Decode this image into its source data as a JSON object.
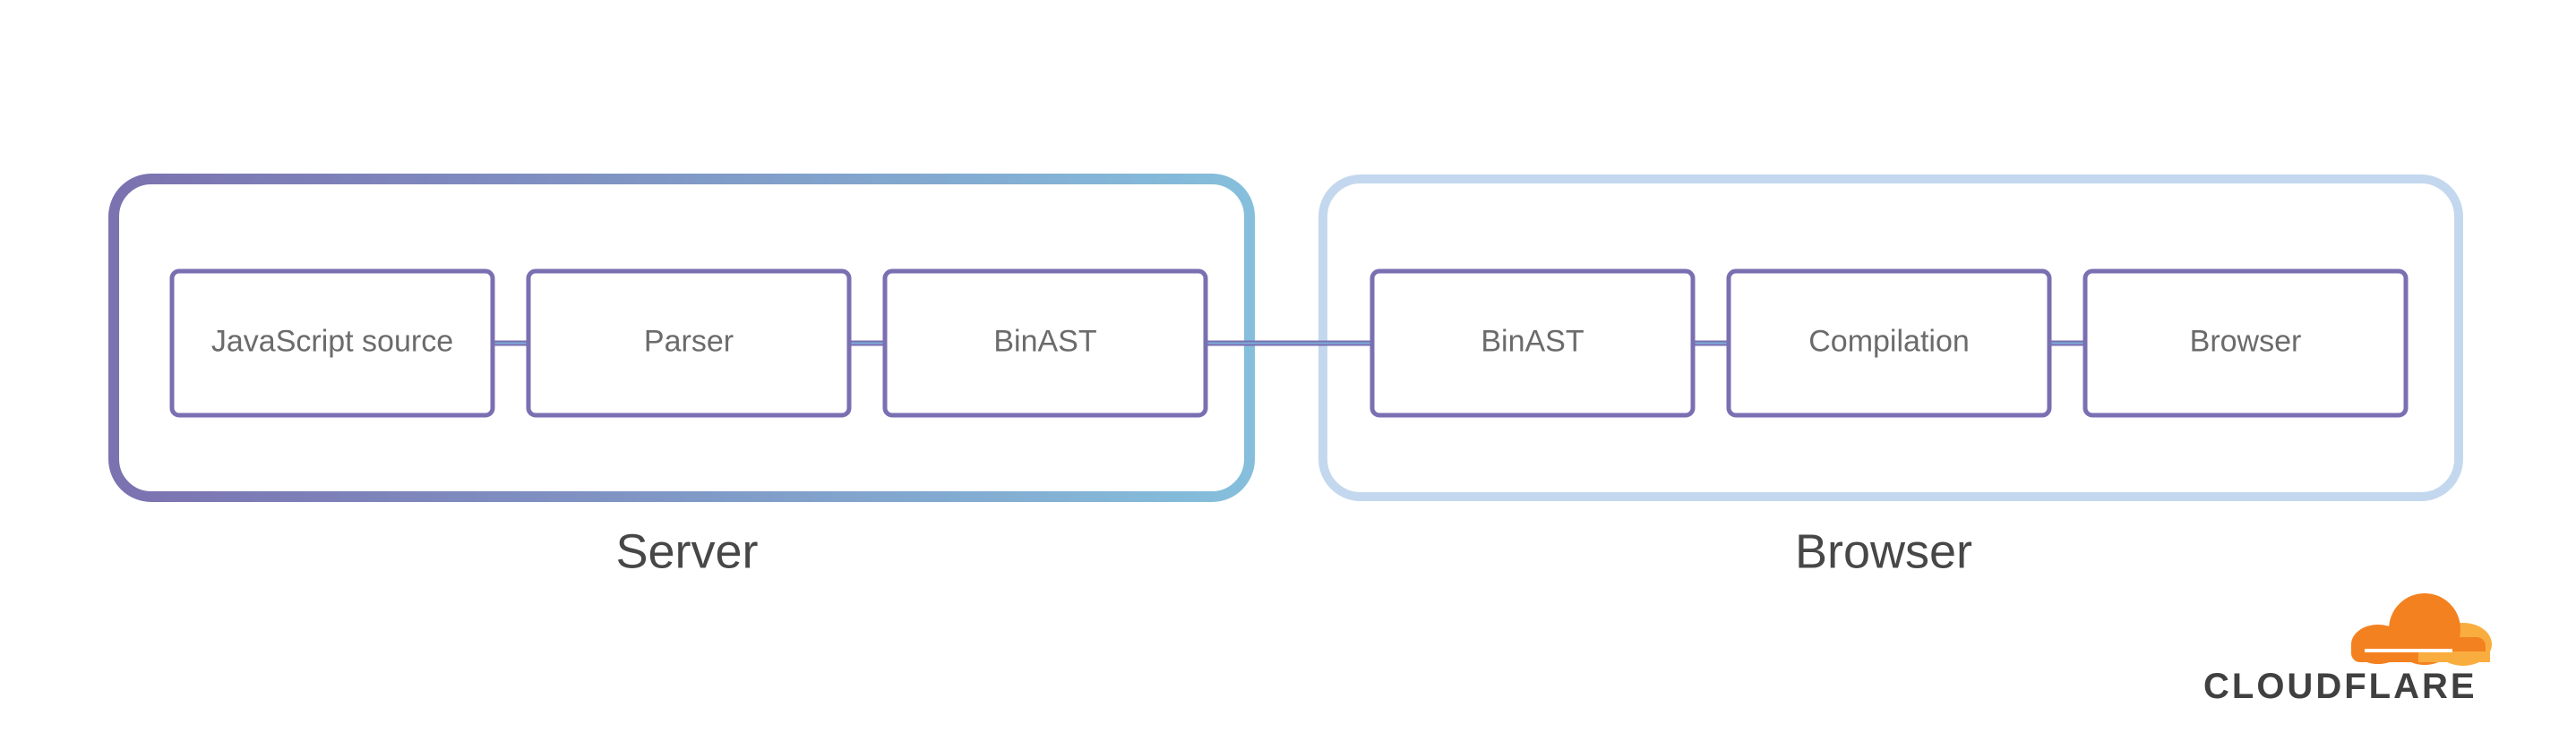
{
  "groups": [
    {
      "id": "server",
      "label": "Server"
    },
    {
      "id": "browser",
      "label": "Browser"
    }
  ],
  "nodes": [
    {
      "id": "js-source",
      "label": "JavaScript source",
      "group": "server"
    },
    {
      "id": "parser",
      "label": "Parser",
      "group": "server"
    },
    {
      "id": "binast-server",
      "label": "BinAST",
      "group": "server"
    },
    {
      "id": "binast-browser",
      "label": "BinAST",
      "group": "browser"
    },
    {
      "id": "compilation",
      "label": "Compilation",
      "group": "browser"
    },
    {
      "id": "browser-node",
      "label": "Browser",
      "group": "browser"
    }
  ],
  "edges": [
    {
      "from": "js-source",
      "to": "parser"
    },
    {
      "from": "parser",
      "to": "binast-server"
    },
    {
      "from": "binast-server",
      "to": "binast-browser"
    },
    {
      "from": "binast-browser",
      "to": "compilation"
    },
    {
      "from": "compilation",
      "to": "browser-node"
    }
  ],
  "colors": {
    "node_border": "#7b6fb2",
    "arrow": "#7b6fb2",
    "arrowhead": "#7aaed8",
    "server_gradient_start": "#7b72b0",
    "server_gradient_end": "#85bfdc",
    "browser_border": "#c3d8ee",
    "node_text": "#6b6b6b",
    "group_text": "#474747",
    "logo_orange": "#f48120",
    "logo_light_orange": "#faad3f"
  },
  "logo": {
    "text": "CLOUDFLARE",
    "icon": "cloud-icon"
  }
}
